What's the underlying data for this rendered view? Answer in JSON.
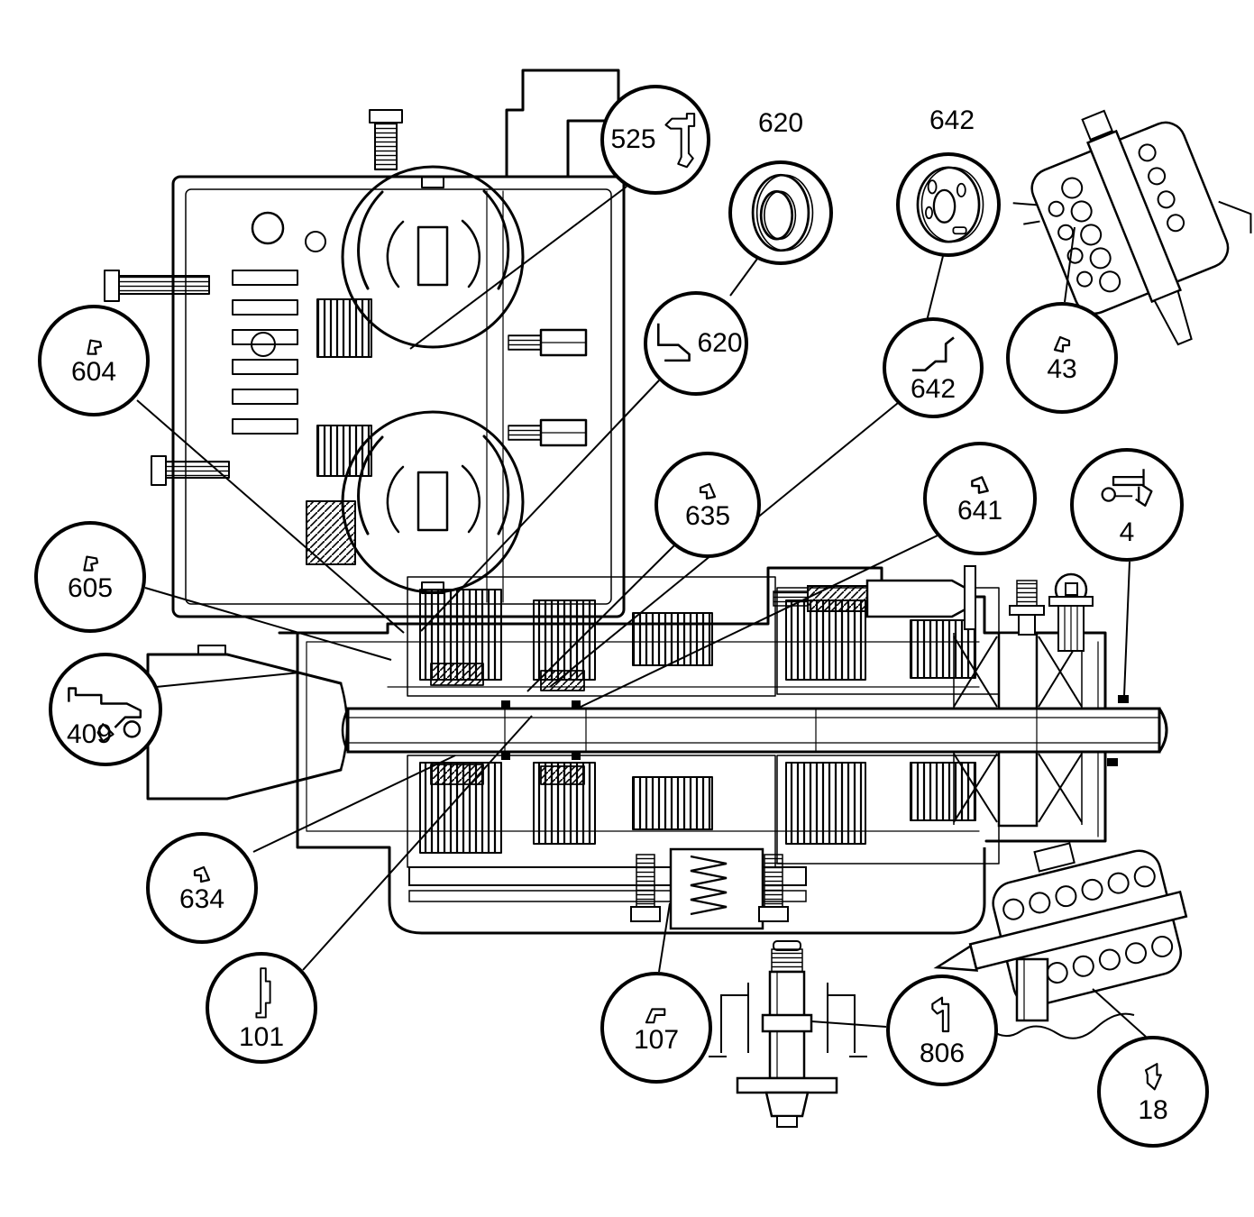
{
  "diagram": {
    "kind": "automatic-transmission-cross-section-parts-callout",
    "background_color": "#ffffff",
    "line_color": "#000000"
  },
  "part_labels": {
    "p620": "620",
    "p642": "642"
  },
  "callouts": {
    "c525": {
      "label": "525"
    },
    "c620ring": {
      "label": ""
    },
    "c642ring": {
      "label": ""
    },
    "c620": {
      "label": "620"
    },
    "c642": {
      "label": "642"
    },
    "c43": {
      "label": "43"
    },
    "c604": {
      "label": "604"
    },
    "c635": {
      "label": "635"
    },
    "c641": {
      "label": "641"
    },
    "c4": {
      "label": "4"
    },
    "c605": {
      "label": "605"
    },
    "c409": {
      "label": "409"
    },
    "c634": {
      "label": "634"
    },
    "c101": {
      "label": "101"
    },
    "c107": {
      "label": "107"
    },
    "c806": {
      "label": "806"
    },
    "c18": {
      "label": "18"
    }
  }
}
